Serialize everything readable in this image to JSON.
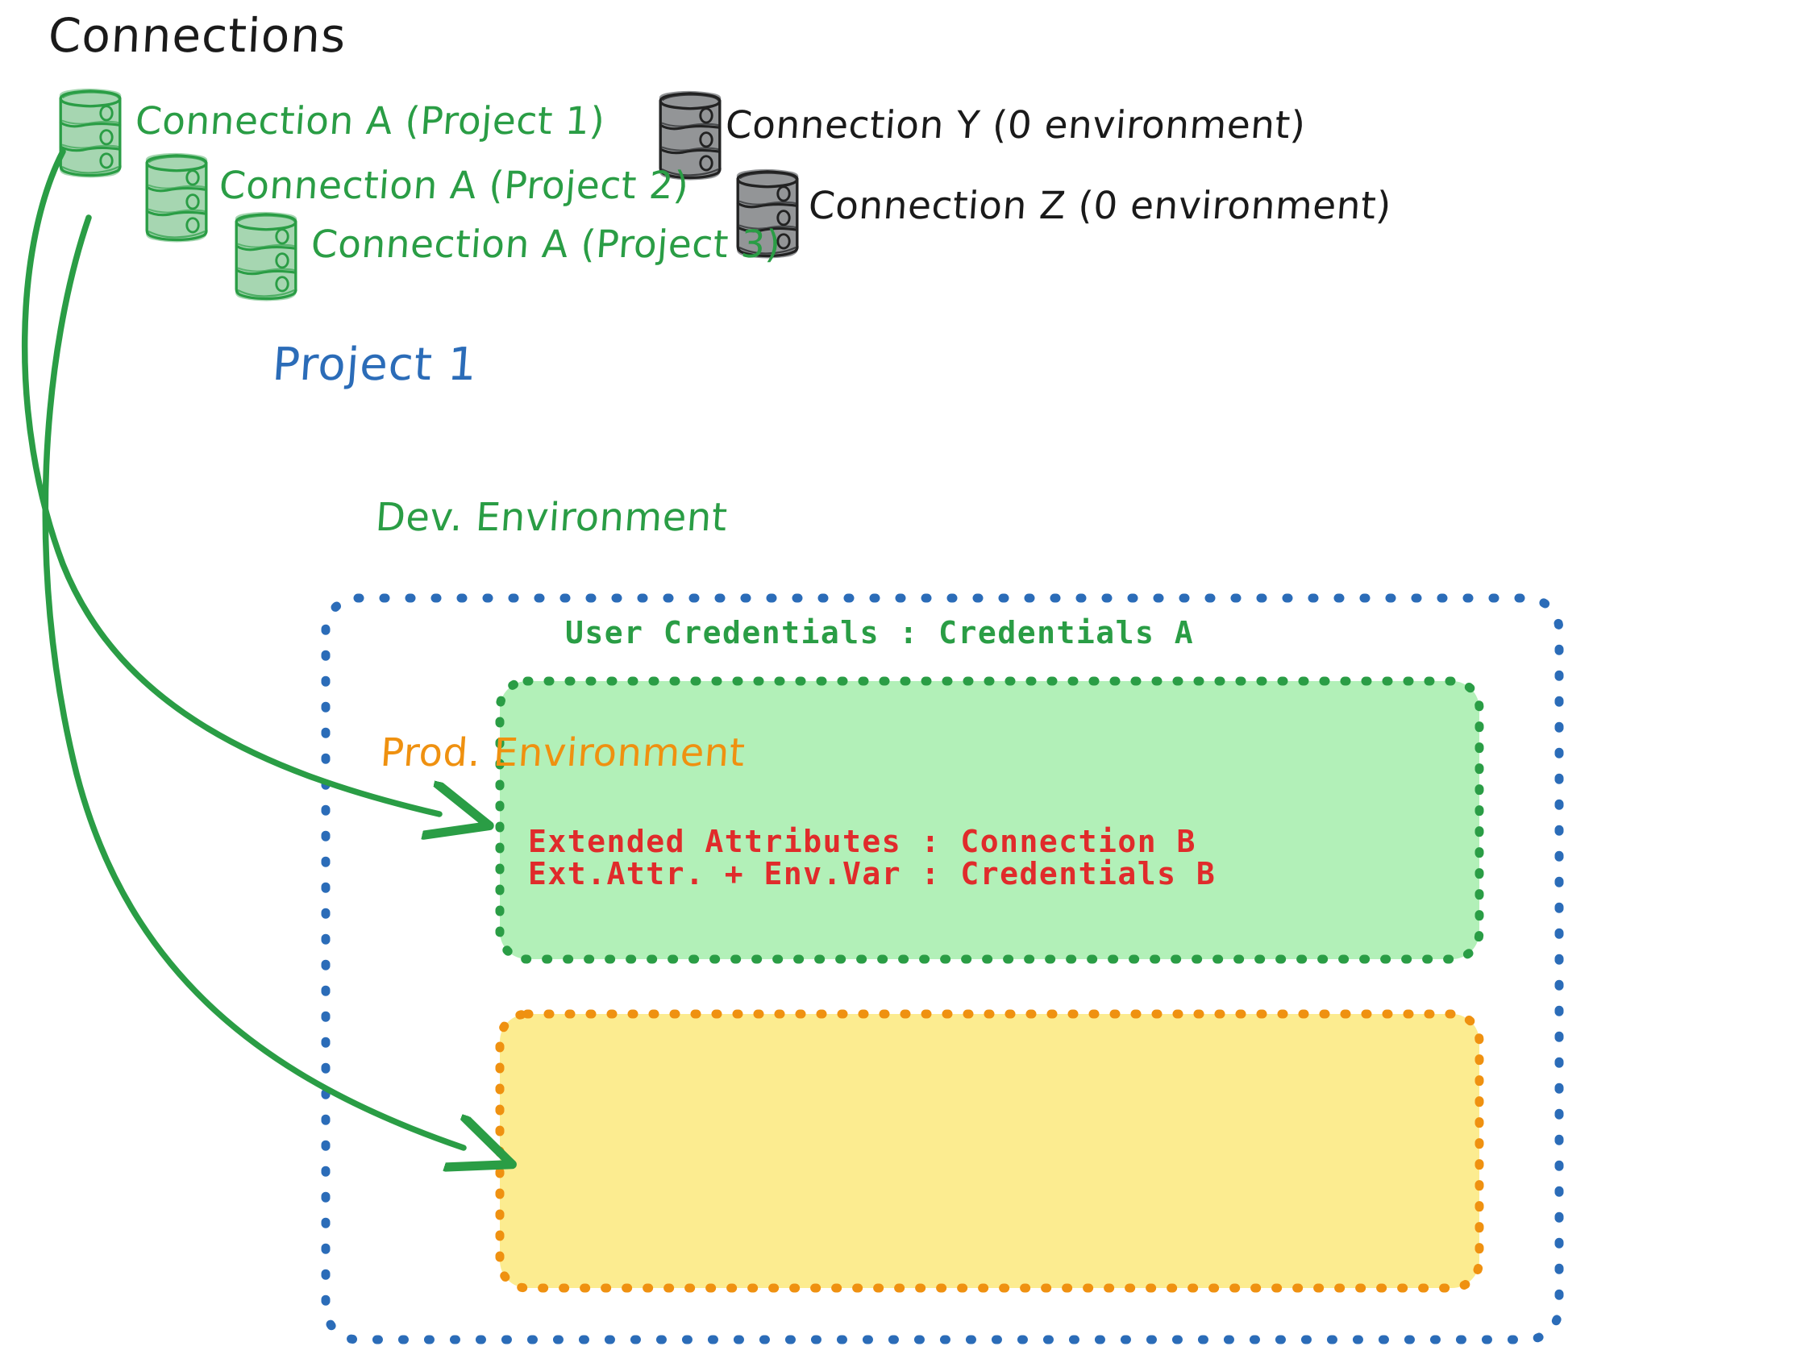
{
  "diagram": {
    "heading": "Connections",
    "colors": {
      "green_stroke": "#2a9d45",
      "green_fill": "#b2f0b8",
      "gray_stroke": "#1a1a1a",
      "gray_fill": "#ced3da",
      "blue": "#2b6cb8",
      "orange": "#ef9110",
      "yellow_fill": "#fcec90",
      "red": "#e02b2b",
      "black": "#1a1a1a"
    },
    "connections_green": [
      {
        "label": "Connection A (Project 1)",
        "icon": "database-cylinder-icon"
      },
      {
        "label": "Connection A (Project 2)",
        "icon": "database-cylinder-icon"
      },
      {
        "label": "Connection A (Project 3)",
        "icon": "database-cylinder-icon"
      }
    ],
    "connections_gray": [
      {
        "label": "Connection Y (0 environment)",
        "icon": "database-cylinder-icon"
      },
      {
        "label": "Connection Z (0 environment)",
        "icon": "database-cylinder-icon"
      }
    ],
    "project": {
      "title": "Project 1",
      "environments": [
        {
          "name": "Dev. Environment",
          "accent": "green",
          "rows": [
            "User Credentials : Credentials A"
          ]
        },
        {
          "name": "Prod. Environment",
          "accent": "orange",
          "rows": [
            "Extended Attributes : Connection B",
            "Ext.Attr. + Env.Var : Credentials B"
          ]
        }
      ]
    },
    "arrows": [
      {
        "name": "arrow-connection-a-to-dev",
        "from": "Connection A (Project 1)",
        "to": "Dev. Environment"
      },
      {
        "name": "arrow-connection-a-to-prod",
        "from": "Connection A (Project 1)",
        "to": "Prod. Environment"
      }
    ]
  }
}
